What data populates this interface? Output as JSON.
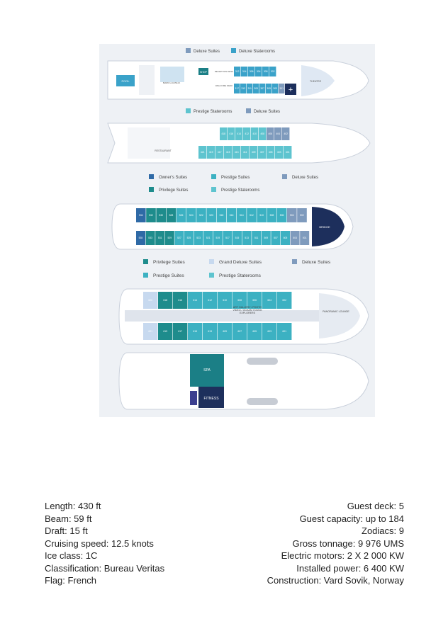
{
  "colors": {
    "deluxe_suites": "#7f9bbd",
    "deluxe_staterooms": "#3aa2c9",
    "prestige_staterooms": "#5ec4cf",
    "prestige_suites": "#3cb1c2",
    "owners_suites": "#2f6aa6",
    "privilege_suites": "#1e8c8c",
    "grand_deluxe_suites": "#c7d9ef",
    "teal_dark": "#1b7f86",
    "navy": "#1d2f5c",
    "hull": "#eef1f6",
    "deck_outline": "#c9d0db"
  },
  "deck1": {
    "legend": [
      "Deluxe Suites",
      "Deluxe Staterooms"
    ],
    "labels": [
      "POOL",
      "MAIN LOUNGE",
      "SHOP",
      "RECEPTION DESK",
      "WELCOME DESK",
      "THEATRE"
    ],
    "cabins_top": [
      "312",
      "314",
      "306",
      "304",
      "308",
      "302"
    ],
    "cabins_bottom": [
      "317",
      "313",
      "311",
      "309",
      "307",
      "305",
      "303",
      "301"
    ],
    "legend_bottom": [
      "Prestige Staterooms",
      "Deluxe Suites"
    ]
  },
  "deck2": {
    "labels": [
      "RESTAURANT"
    ],
    "cabins_top": [
      "418",
      "416",
      "414",
      "412",
      "410",
      "408",
      "406",
      "404",
      "402"
    ],
    "cabins_bottom": [
      "421",
      "419",
      "417",
      "415",
      "413",
      "411",
      "409",
      "407",
      "405",
      "403",
      "401"
    ],
    "legend": [
      "Owner's Suites",
      "Prestige Suites",
      "Deluxe Suites",
      "Privilege Suites",
      "Prestige Staterooms"
    ]
  },
  "deck3": {
    "labels": [
      "BRIDGE"
    ],
    "cabins_top": [
      "534",
      "532",
      "530",
      "528",
      "526",
      "524",
      "522",
      "520",
      "518",
      "516",
      "514",
      "512",
      "510",
      "508",
      "506",
      "504",
      "502"
    ],
    "cabins_bottom": [
      "535",
      "533",
      "531",
      "529",
      "527",
      "525",
      "523",
      "521",
      "519",
      "517",
      "515",
      "513",
      "511",
      "509",
      "507",
      "505",
      "503",
      "501"
    ],
    "legend": [
      "Privilege Suites",
      "Grand Deluxe Suites",
      "Deluxe Suites",
      "Prestige Suites",
      "Prestige Staterooms"
    ]
  },
  "deck4": {
    "labels": [
      "ART GALLERY / PHOTO VIDEO / OCEAN YOUNG EXPLORERS",
      "PANORAMIC LOUNGE"
    ],
    "cabins_top": [
      "620",
      "618",
      "616",
      "614",
      "612",
      "610",
      "608",
      "606",
      "604",
      "602"
    ],
    "cabins_bottom": [
      "621",
      "619",
      "617",
      "615",
      "613",
      "609",
      "607",
      "605",
      "603",
      "601"
    ]
  },
  "deck5": {
    "labels": [
      "SPA",
      "FITNESS"
    ]
  },
  "specs": {
    "left": [
      "Length: 430 ft",
      "Beam: 59 ft",
      "Draft: 15 ft",
      "Cruising speed: 12.5 knots",
      "Ice class: 1C",
      "Classification: Bureau Veritas",
      "Flag: French"
    ],
    "right": [
      "Guest deck: 5",
      "Guest capacity: up to 184",
      "Zodiacs: 9",
      "Gross tonnage: 9 976 UMS",
      "Electric motors: 2 X 2 000 KW",
      "Installed power: 6 400 KW",
      "Construction: Vard Sovik, Norway"
    ]
  }
}
